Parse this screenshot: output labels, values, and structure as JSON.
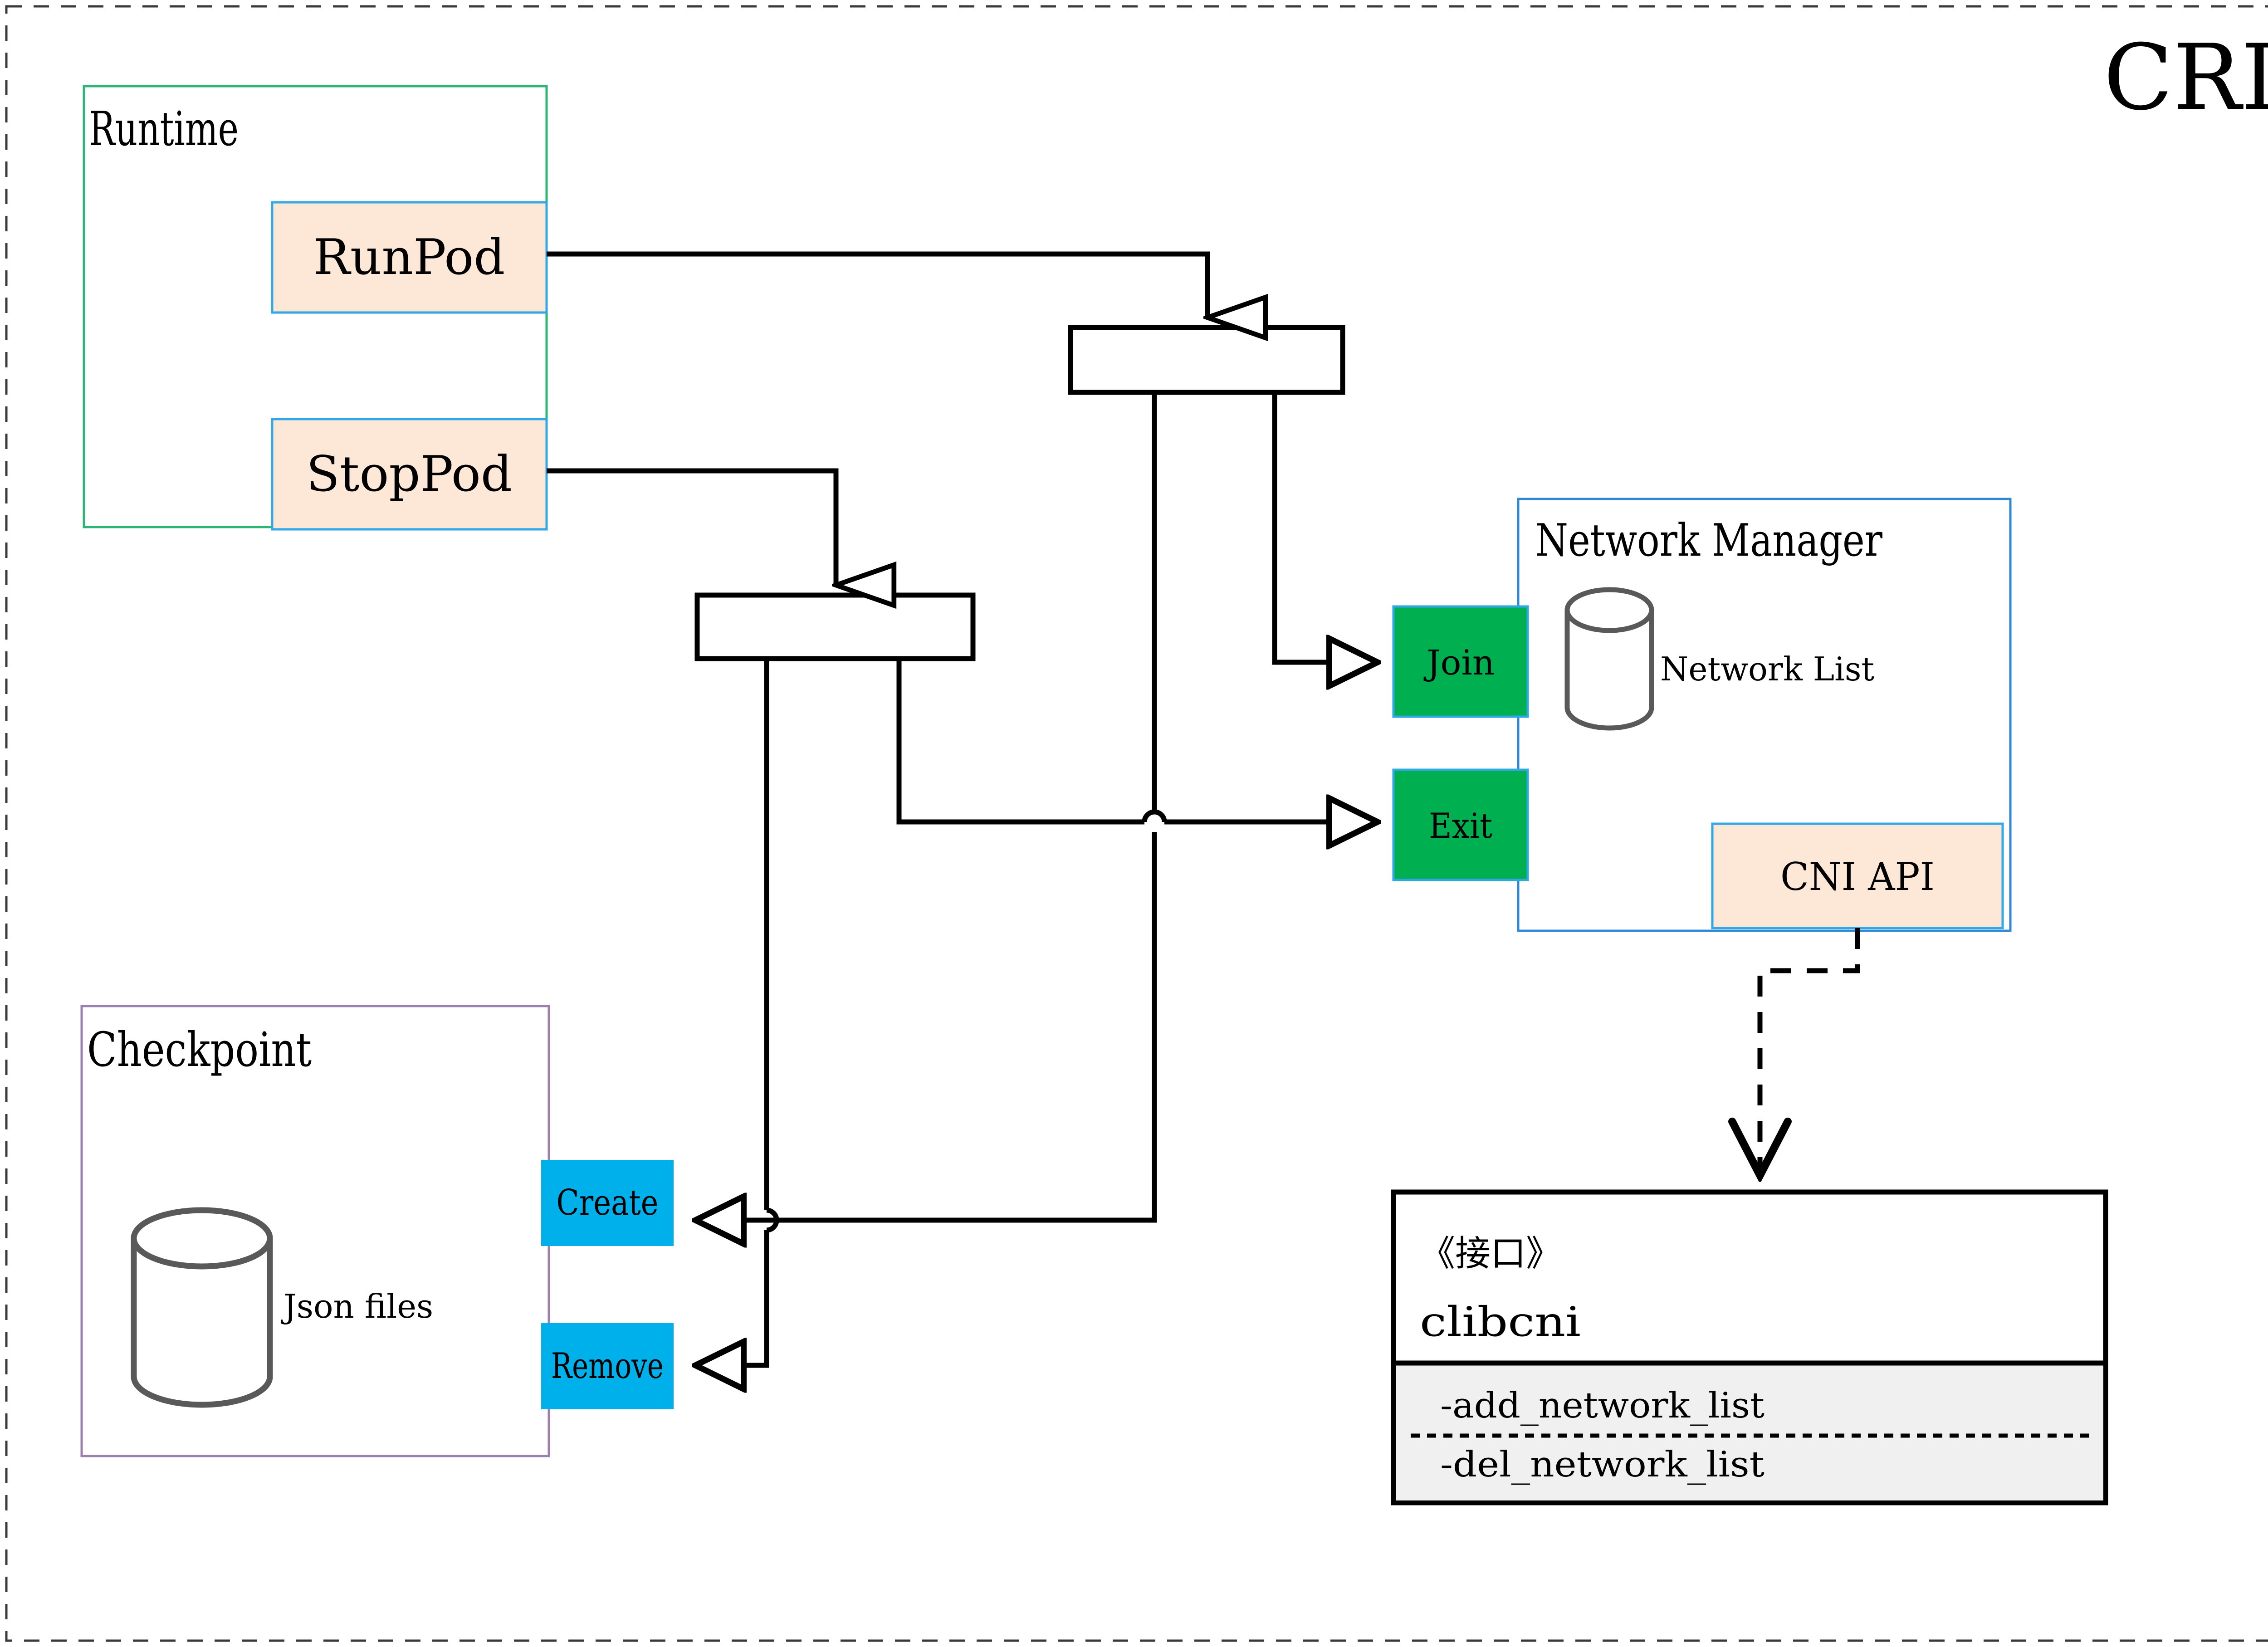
{
  "diagram": {
    "title": "CRI",
    "title_color": "#8a6a08",
    "frame": {
      "style": "dashed",
      "color": "#3a3a3a"
    }
  },
  "colors": {
    "runtime_border": "#2bb673",
    "checkpoint_border": "#9d7fae",
    "network_border": "#2f87d8",
    "pod_fill": "#fde8d8",
    "pod_border": "#2fa8e8",
    "action_green": "#00b050",
    "action_cyan": "#00b0ea",
    "bar_fill": "#ffffff",
    "bar_border": "#000000",
    "iface_method_fill": "#f0f0f0",
    "cylinder_stroke": "#595959",
    "line": "#000000"
  },
  "groups": {
    "runtime": {
      "label": "Runtime"
    },
    "checkpoint": {
      "label": "Checkpoint",
      "store_label": "Json files"
    },
    "network_manager": {
      "label": "Network Manager",
      "store_label": "Network List"
    }
  },
  "nodes": {
    "run_pod": {
      "label": "RunPod"
    },
    "stop_pod": {
      "label": "StopPod"
    },
    "join": {
      "label": "Join"
    },
    "exit": {
      "label": "Exit"
    },
    "create": {
      "label": "Create"
    },
    "remove": {
      "label": "Remove"
    },
    "cni_api": {
      "label": "CNI API"
    }
  },
  "interface": {
    "stereotype": "《接口》",
    "name": "clibcni",
    "methods": [
      "-add_network_list",
      "-del_network_list"
    ]
  }
}
